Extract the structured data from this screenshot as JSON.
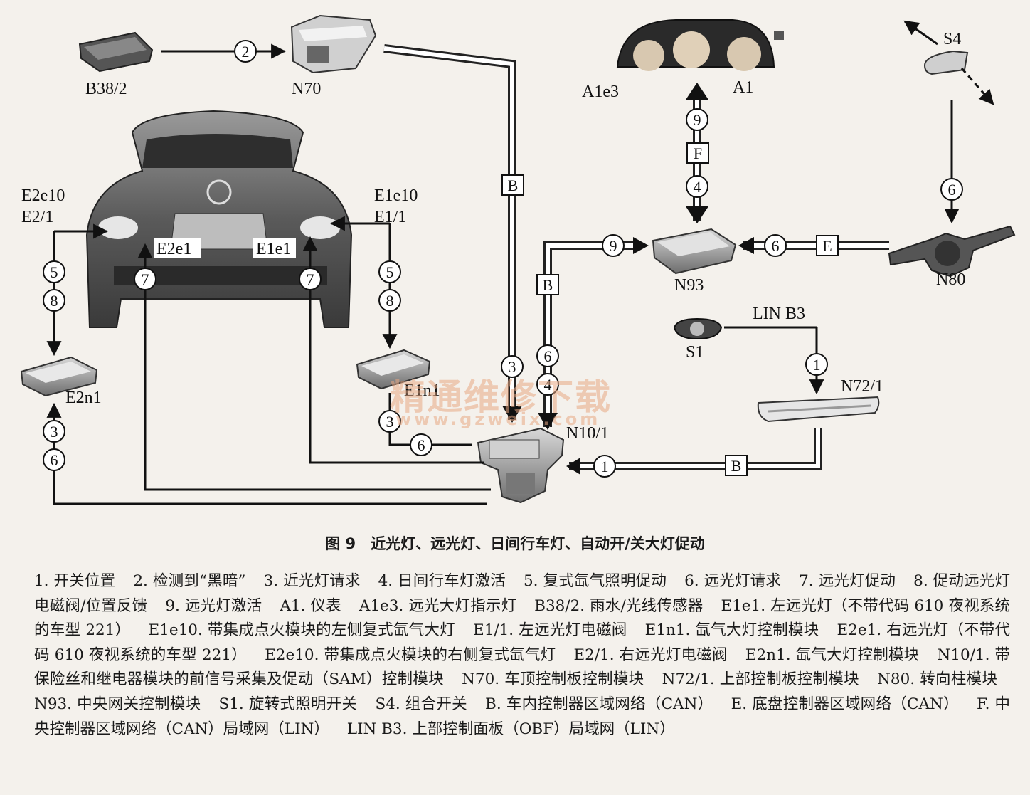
{
  "components": {
    "b38_2": "B38/2",
    "n70": "N70",
    "a1e3": "A1e3",
    "a1": "A1",
    "s4": "S4",
    "e2e10": "E2e10",
    "e2_1": "E2/1",
    "e1e10": "E1e10",
    "e1_1": "E1/1",
    "e2e1": "E2e1",
    "e1e1": "E1e1",
    "n93": "N93",
    "n80": "N80",
    "s1": "S1",
    "lin_b3": "LIN B3",
    "n72_1": "N72/1",
    "e2n1": "E2n1",
    "e1n1": "E1n1",
    "n10_1": "N10/1"
  },
  "bubbles": {
    "b2": "2",
    "b9": "9",
    "b4": "4",
    "b6_s4": "6",
    "b9_n93": "9",
    "b6_n93": "6",
    "b5_l": "5",
    "b8_l": "8",
    "b5_r": "5",
    "b8_r": "8",
    "b7_l": "7",
    "b7_r": "7",
    "b6_v1": "6",
    "b4_v": "4",
    "b3_v": "3",
    "b1_lin": "1",
    "b1_n10": "1",
    "b3_e2n1": "3",
    "b6_e2n1": "6",
    "b3_e1n1": "3",
    "b6_e1n1": "6"
  },
  "bus_tags": {
    "b_n70": "B",
    "f_a1": "F",
    "e_n80": "E",
    "b_n93": "B",
    "b_n72": "B"
  },
  "watermark": {
    "cn": "精通维修下载",
    "url": "www.gzweix.com"
  },
  "caption": "图 9　近光灯、远光灯、日间行车灯、自动开/关大灯促动",
  "legend": [
    "1. 开关位置",
    "2. 检测到“黑暗”",
    "3. 近光灯请求",
    "4. 日间行车灯激活",
    "5. 复式氙气照明促动",
    "6. 远光灯请求",
    "7. 远光灯促动",
    "8. 促动远光灯电磁阀/位置反馈",
    "9. 远光灯激活",
    "A1. 仪表",
    "A1e3. 远光大灯指示灯",
    "B38/2. 雨水/光线传感器",
    "E1e1. 左远光灯（不带代码 610 夜视系统的车型 221）",
    "E1e10. 带集成点火模块的左侧复式氙气大灯",
    "E1/1. 左远光灯电磁阀",
    "E1n1. 氙气大灯控制模块",
    "E2e1. 右远光灯（不带代码 610 夜视系统的车型 221）",
    "E2e10. 带集成点火模块的右侧复式氙气灯",
    "E2/1. 右远光灯电磁阀",
    "E2n1. 氙气大灯控制模块",
    "N10/1. 带保险丝和继电器模块的前信号采集及促动（SAM）控制模块",
    "N70. 车顶控制板控制模块",
    "N72/1. 上部控制板控制模块",
    "N80. 转向柱模块",
    "N93. 中央网关控制模块",
    "S1. 旋转式照明开关",
    "S4. 组合开关",
    "B. 车内控制器区域网络（CAN）",
    "E. 底盘控制器区域网络（CAN）",
    "F. 中央控制器区域网络（CAN）局域网（LIN）",
    "LIN B3. 上部控制面板（OBF）局域网（LIN）"
  ]
}
